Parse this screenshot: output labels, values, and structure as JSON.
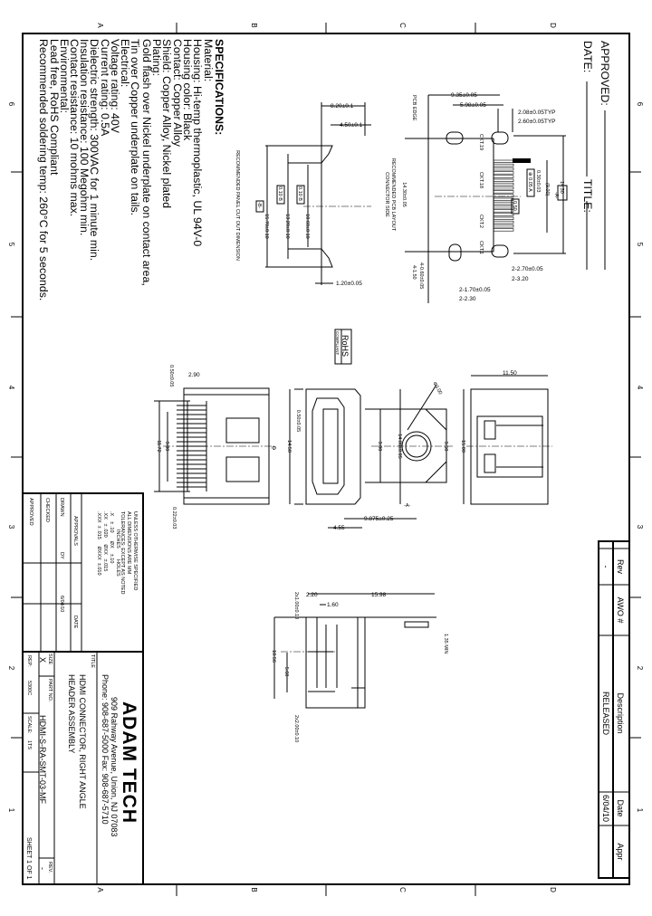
{
  "zones": {
    "letters": [
      "A",
      "B",
      "C",
      "D"
    ],
    "numbers": [
      "6",
      "5",
      "4",
      "3",
      "2",
      "1"
    ]
  },
  "approval_block": {
    "approved": "APPROVED:",
    "date": "DATE:",
    "title": "TITLE:"
  },
  "rev_table": {
    "headers": [
      "Rev",
      "AWO #",
      "Description",
      "Date",
      "Appr"
    ],
    "row": [
      "-",
      "",
      "RELEASED",
      "6/04/10",
      ""
    ]
  },
  "specifications": [
    "SPECIFICATIONS:",
    "Material:",
    "Housing: Hi-temp thermoplastic, UL 94V-0",
    "Housing color: Black",
    "Contact: Copper Alloy",
    "Shield: Copper Alloy, Nickel plated",
    "Plating:",
    "Gold flash over Nickel underplate on contact area,",
    "Tin over Copper underplate on tails.",
    "Electrical:",
    "Voltage rating: 40V",
    "Current rating: 0.5A",
    "Dielectric strength: 300VAC for 1 minute min.",
    "Insulation resistance: 100 Megohm min.",
    "Contact resistance: 10 mohms max.",
    "Environmental:",
    "Lead free, RoHS Compliant",
    "Recommended soldering temp: 260°C for 5 seconds."
  ],
  "rohs_logo": {
    "line1": "RoHS",
    "line2": "COMPLIANT"
  },
  "pcb_layout": {
    "labels": [
      "9.35±0.05",
      "5.98±0.05",
      "2.08±0.05TYP",
      "2.60±0.05TYP",
      "CKT.19",
      "CKT.18",
      "CKT.2",
      "CKT.1",
      "0.30±0.03",
      "(9.00)",
      "14.30",
      "-A-",
      "⊕ 0.05 A",
      "0.50",
      "2-2.70±0.05",
      "2-3.20",
      "2-1.70±0.05",
      "2-2.30",
      "4-0.60±0.05",
      "4-1.50",
      "PCB EDGE",
      "RECOMMENDED PCB LAYOUT",
      "CONNECTOR SIDE",
      "14.30±0.05"
    ]
  },
  "panel_cutout": {
    "labels": [
      "8.20±0.1",
      "4.50±0.1",
      "15.70±0.10",
      "13.20±0.10",
      "10.60±0.10",
      "0.10 B",
      "0.10 B",
      "-B-",
      "1.20±0.05",
      "RECOMMENDED PANEL CUT OUT DIMENSION"
    ]
  },
  "side_view": {
    "labels": [
      "2.90",
      "0.50±0.05",
      "11.72",
      "9.00",
      "0.22±0.03",
      "Φ"
    ]
  },
  "front_view": {
    "labels": [
      "14.50",
      "0.50±0.05",
      "9.00",
      "14.00±0.05",
      "9.50",
      "Φ3.00",
      "9.875±0.25",
      "4.55",
      "-A-"
    ]
  },
  "top_view": {
    "labels": [
      "11.50",
      "15.00"
    ]
  },
  "profile_view": {
    "labels": [
      "2.20",
      "1.60",
      "15.98",
      "10.56",
      "5.68",
      "2x1.00±0.10",
      "2x2.00±0.10",
      "1.35 MIN"
    ]
  },
  "title_block": {
    "tolerances": [
      "UNLESS OTHERWISE SPECIFIED",
      "ALL DIMENSIONS ARE MM",
      "TOLERANCES: EXCEPT AS NOTED",
      "INCHES        HOLES",
      ".X    ± .10      ØX    ±.10",
      ".XX   ± .020     ØXX   ±.015",
      ".XXX  ± .015     ØXXX  ±.010"
    ],
    "approvals_header": "APPROVALS",
    "date_header": "DATE",
    "drawn": "DRAWN",
    "drawn_by": "DY",
    "drawn_date": "6/04/10",
    "checked": "CHECKED",
    "approved": "APPROVED",
    "company": "ADAM TECH",
    "address": "909 Rahway Avenue, Union, NJ 07083",
    "phone": "Phone: 908-687-5000 Fax: 908-687-5710",
    "title_label": "TITLE",
    "title_line1": "HDMI CONNECTOR, RIGHT ANGLE",
    "title_line2": "HEADER ASSEMBLY",
    "size_label": "SIZE",
    "size": "X",
    "part_label": "PART NO.",
    "part_no": "HDMI-S-RA-SMT-03-MF",
    "rev_label": "REV.",
    "rev": "-",
    "rep_label": "REP:",
    "rep": "5300C",
    "scale_label": "SCALE:",
    "scale": "1TS",
    "sheet": "SHEET 1 OF 1"
  }
}
